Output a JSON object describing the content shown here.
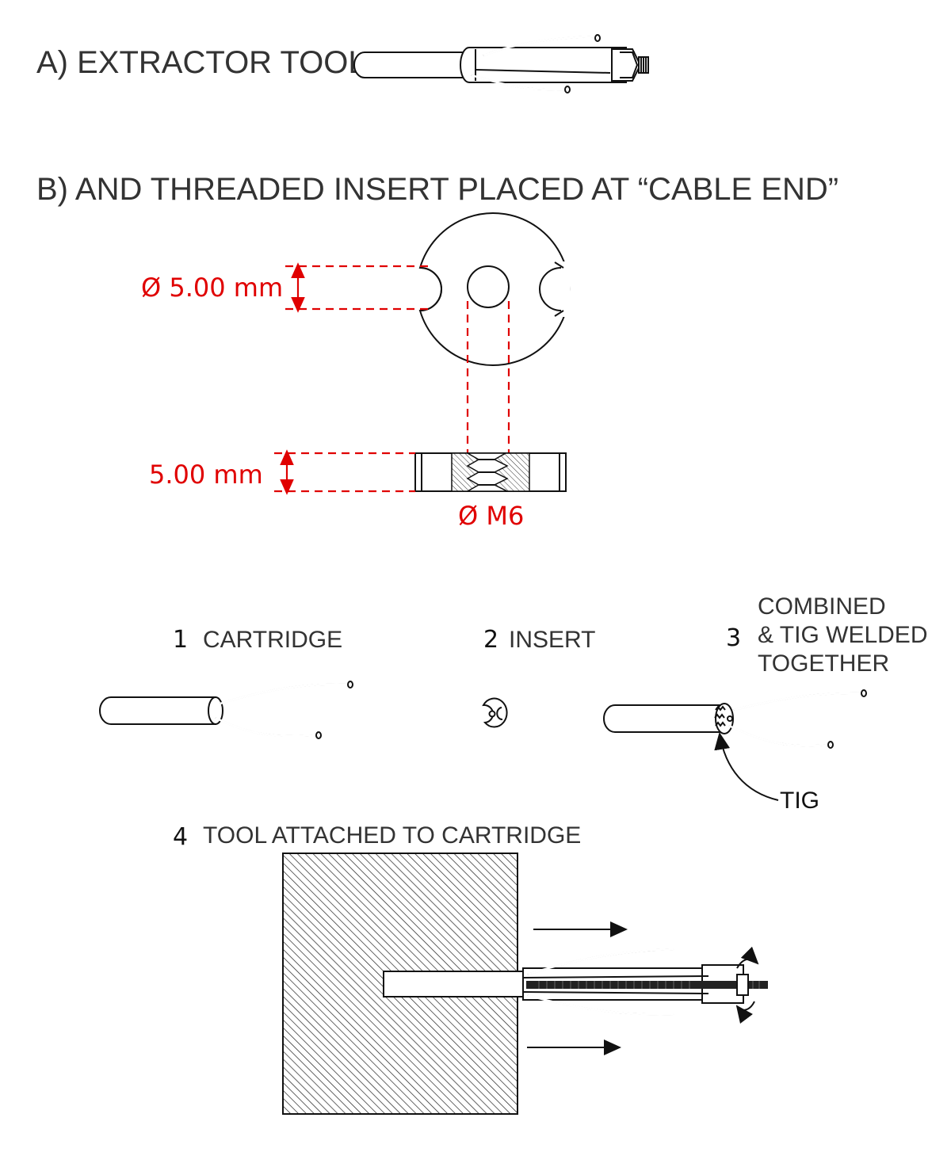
{
  "heading_a": "A) EXTRACTOR TOOL",
  "heading_b": "B) AND THREADED INSERT PLACED AT “CABLE END”",
  "dimensions": {
    "hole_diameter": "Ø 5.00 mm",
    "thickness": "5.00 mm",
    "thread": "Ø M6"
  },
  "steps": [
    {
      "number": "1",
      "label": "CARTRIDGE"
    },
    {
      "number": "2",
      "label": "INSERT"
    },
    {
      "number": "3",
      "label_lines": [
        "COMBINED",
        "& TIG WELDED",
        "TOGETHER"
      ]
    },
    {
      "number": "4",
      "label": "TOOL ATTACHED TO CARTRIDGE"
    }
  ],
  "weld_callout": "TIG",
  "colors": {
    "dimension": "#e00000",
    "line": "#111111",
    "text": "#333333"
  }
}
